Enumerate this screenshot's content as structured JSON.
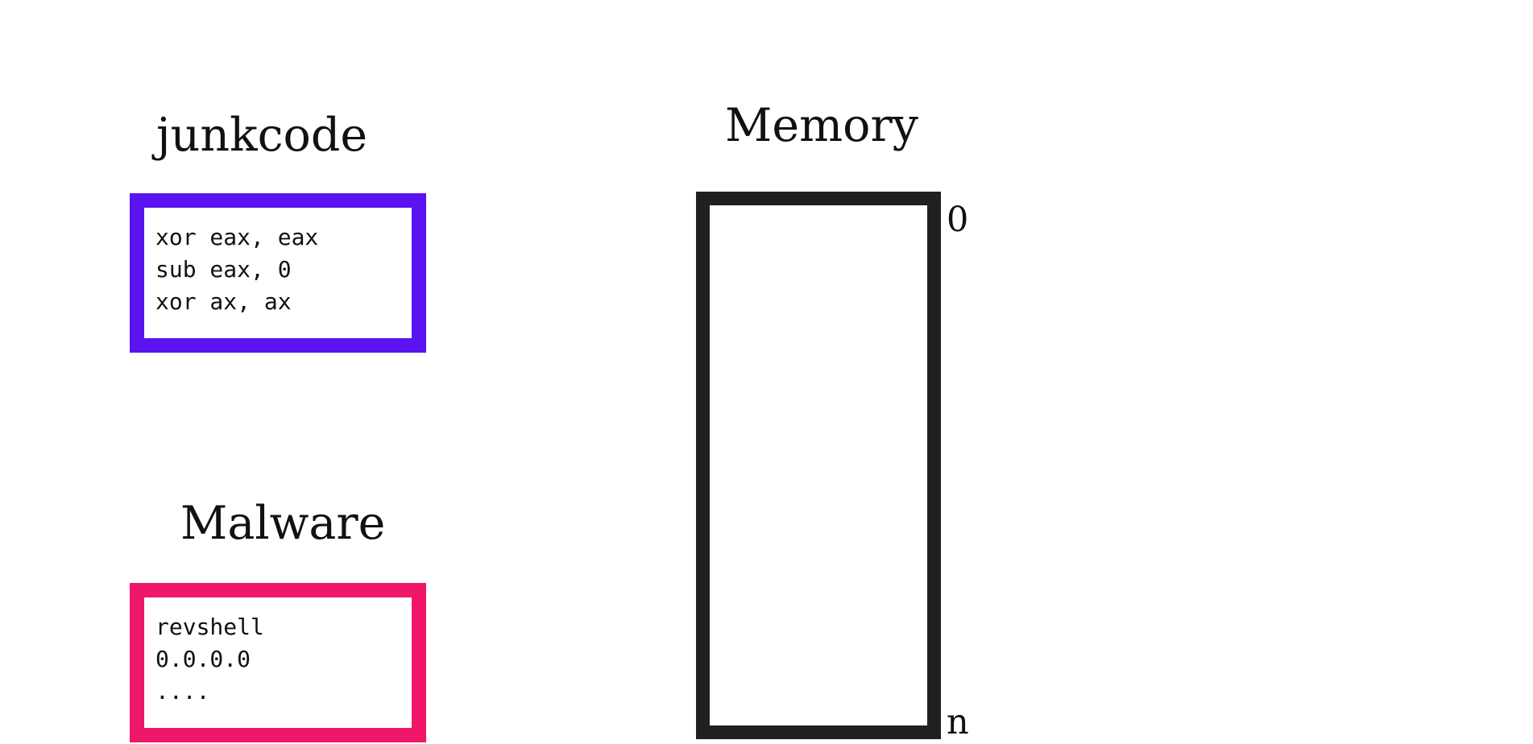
{
  "junkcode": {
    "title": "junkcode",
    "lines": [
      "xor eax, eax",
      "sub eax, 0",
      "xor ax, ax"
    ],
    "border_color": "#5a14ef"
  },
  "malware": {
    "title": "Malware",
    "lines": [
      "revshell",
      "0.0.0.0",
      "...."
    ],
    "border_color": "#ef1767"
  },
  "memory": {
    "title": "Memory",
    "start_label": "0",
    "end_label": "n",
    "border_color": "#202020"
  }
}
